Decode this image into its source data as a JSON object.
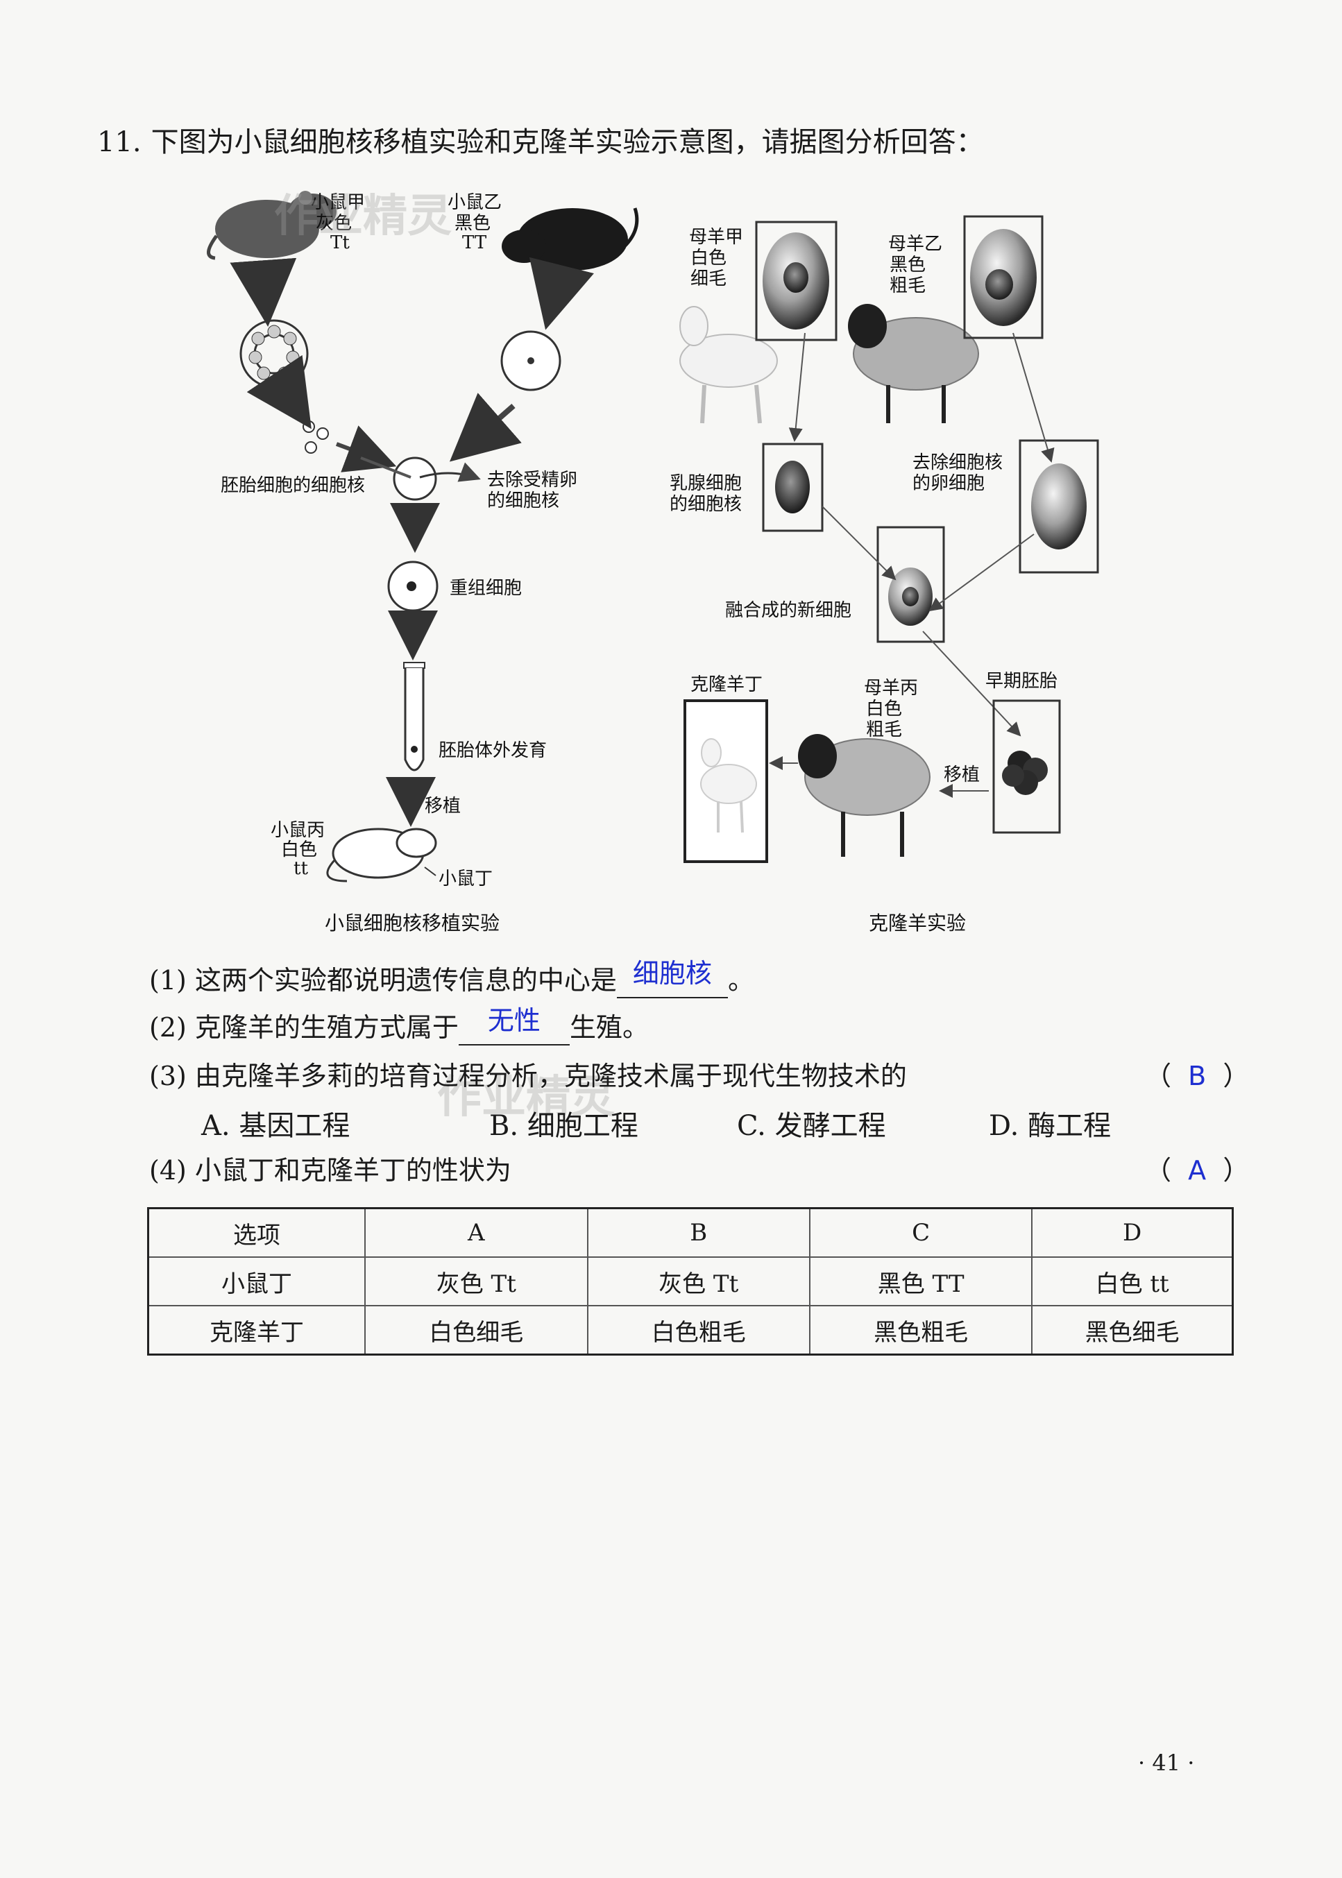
{
  "question": {
    "number": "11.",
    "text": "下图为小鼠细胞核移植实验和克隆羊实验示意图，请据图分析回答："
  },
  "mouse_diagram": {
    "mouse_a": [
      "小鼠甲",
      "灰色",
      "Tt"
    ],
    "mouse_b": [
      "小鼠乙",
      "黑色",
      "TT"
    ],
    "embryo_nucleus": "胚胎细胞的细胞核",
    "remove_nucleus": [
      "去除受精卵",
      "的细胞核"
    ],
    "recombined": "重组细胞",
    "in_vitro": "胚胎体外发育",
    "transplant": "移植",
    "mouse_c": [
      "小鼠丙",
      "白色",
      "tt"
    ],
    "mouse_d": "小鼠丁",
    "caption": "小鼠细胞核移植实验"
  },
  "sheep_diagram": {
    "sheep_a": [
      "母羊甲",
      "白色",
      "细毛"
    ],
    "sheep_b": [
      "母羊乙",
      "黑色",
      "粗毛"
    ],
    "mammary": [
      "乳腺细胞",
      "的细胞核"
    ],
    "enucleated_egg": [
      "去除细胞核",
      "的卵细胞"
    ],
    "fused": "融合成的新细胞",
    "clone_d": "克隆羊丁",
    "sheep_c": [
      "母羊丙",
      "白色",
      "粗毛"
    ],
    "early_embryo": "早期胚胎",
    "transplant": "移植",
    "caption": "克隆羊实验"
  },
  "sub_questions": [
    {
      "label": "(1)",
      "before": "这两个实验都说明遗传信息的中心是",
      "answer": "细胞核",
      "after": "。"
    },
    {
      "label": "(2)",
      "before": "克隆羊的生殖方式属于",
      "answer": "无性",
      "after": "生殖。"
    },
    {
      "label": "(3)",
      "text": "由克隆羊多莉的培育过程分析，克隆技术属于现代生物技术的",
      "answer": "B"
    },
    {
      "label": "(4)",
      "text": "小鼠丁和克隆羊丁的性状为",
      "answer": "A"
    }
  ],
  "options_q3": [
    "A. 基因工程",
    "B. 细胞工程",
    "C. 发酵工程",
    "D. 酶工程"
  ],
  "table": {
    "header": [
      "选项",
      "A",
      "B",
      "C",
      "D"
    ],
    "rows": [
      [
        "小鼠丁",
        "灰色 Tt",
        "灰色 Tt",
        "黑色 TT",
        "白色 tt"
      ],
      [
        "克隆羊丁",
        "白色细毛",
        "白色粗毛",
        "黑色粗毛",
        "黑色细毛"
      ]
    ]
  },
  "page_number": "· 41 ·",
  "watermarks": [
    "作业精灵",
    "作业精灵"
  ]
}
